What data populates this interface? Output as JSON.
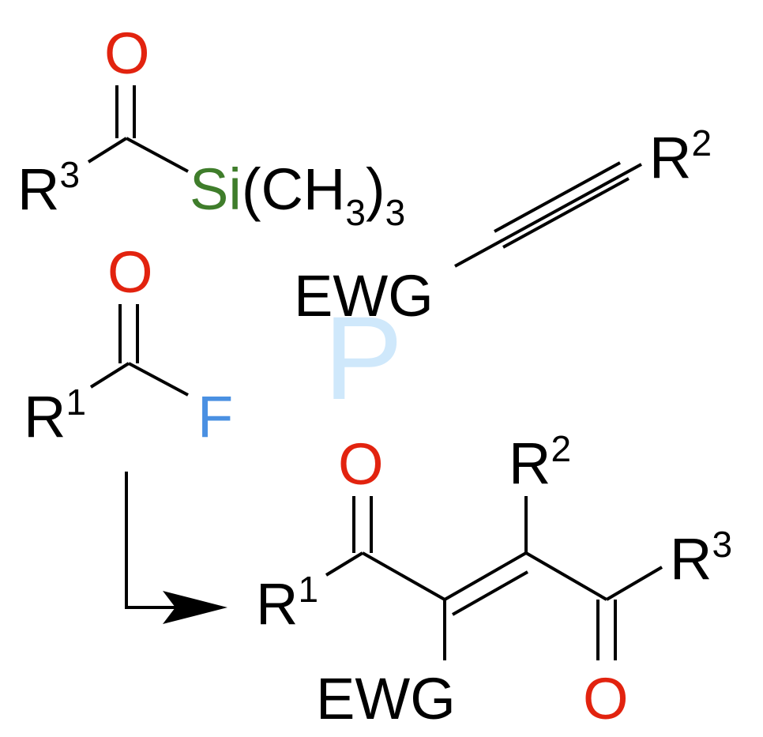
{
  "colors": {
    "oxygen": "#e2230f",
    "silicon": "#3f7d2b",
    "fluorine": "#4a90e2",
    "watermark": "#cfe8fb",
    "bond": "#000000"
  },
  "watermark": {
    "text": "P"
  },
  "acylsilane": {
    "oxygen": "O",
    "r_group": "R",
    "r_sup": "3",
    "si": "Si",
    "ligand_open": "(CH",
    "ligand_sub": "3",
    "ligand_close": ")",
    "ligand_count": "3"
  },
  "acyl_fluoride": {
    "oxygen": "O",
    "r_group": "R",
    "r_sup": "1",
    "fluorine": "F"
  },
  "alkyne": {
    "ewg": "EWG",
    "r_group": "R",
    "r_sup": "2"
  },
  "product": {
    "oxygen_left": "O",
    "r1_group": "R",
    "r1_sup": "1",
    "r2_group": "R",
    "r2_sup": "2",
    "r3_group": "R",
    "r3_sup": "3",
    "ewg": "EWG",
    "oxygen_bottom": "O"
  }
}
